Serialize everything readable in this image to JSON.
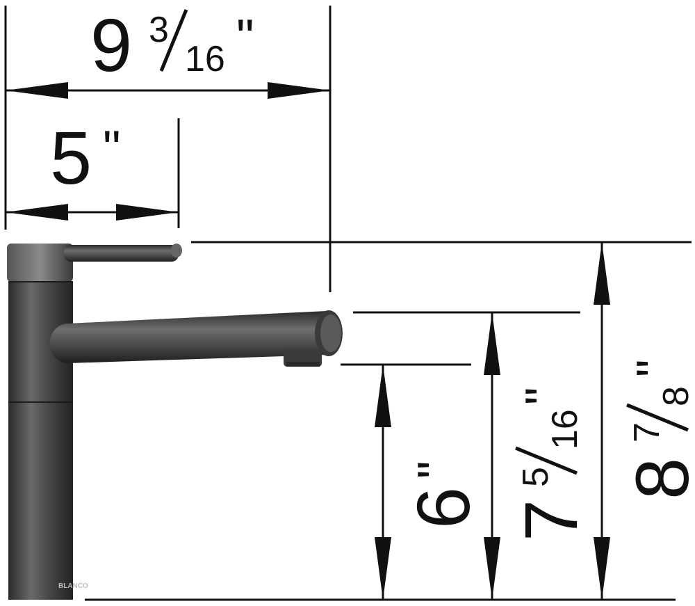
{
  "diagram": {
    "colors": {
      "line": "#111111",
      "faucet_dark": "#2f2f2f",
      "faucet_mid": "#4a4a4a",
      "faucet_light": "#7a7a7a",
      "background": "#ffffff"
    },
    "dimensions": {
      "overall_width": {
        "whole": "9",
        "numerator": "3",
        "denominator": "16",
        "unit": "\""
      },
      "handle_width": {
        "whole": "5",
        "unit": "\""
      },
      "spout_clearance": {
        "whole": "6",
        "unit": "\""
      },
      "spout_height": {
        "whole": "7",
        "numerator": "5",
        "denominator": "16",
        "unit": "\""
      },
      "overall_height": {
        "whole": "8",
        "numerator": "7",
        "denominator": "8",
        "unit": "\""
      }
    },
    "brand_mark": "BLANCO"
  }
}
